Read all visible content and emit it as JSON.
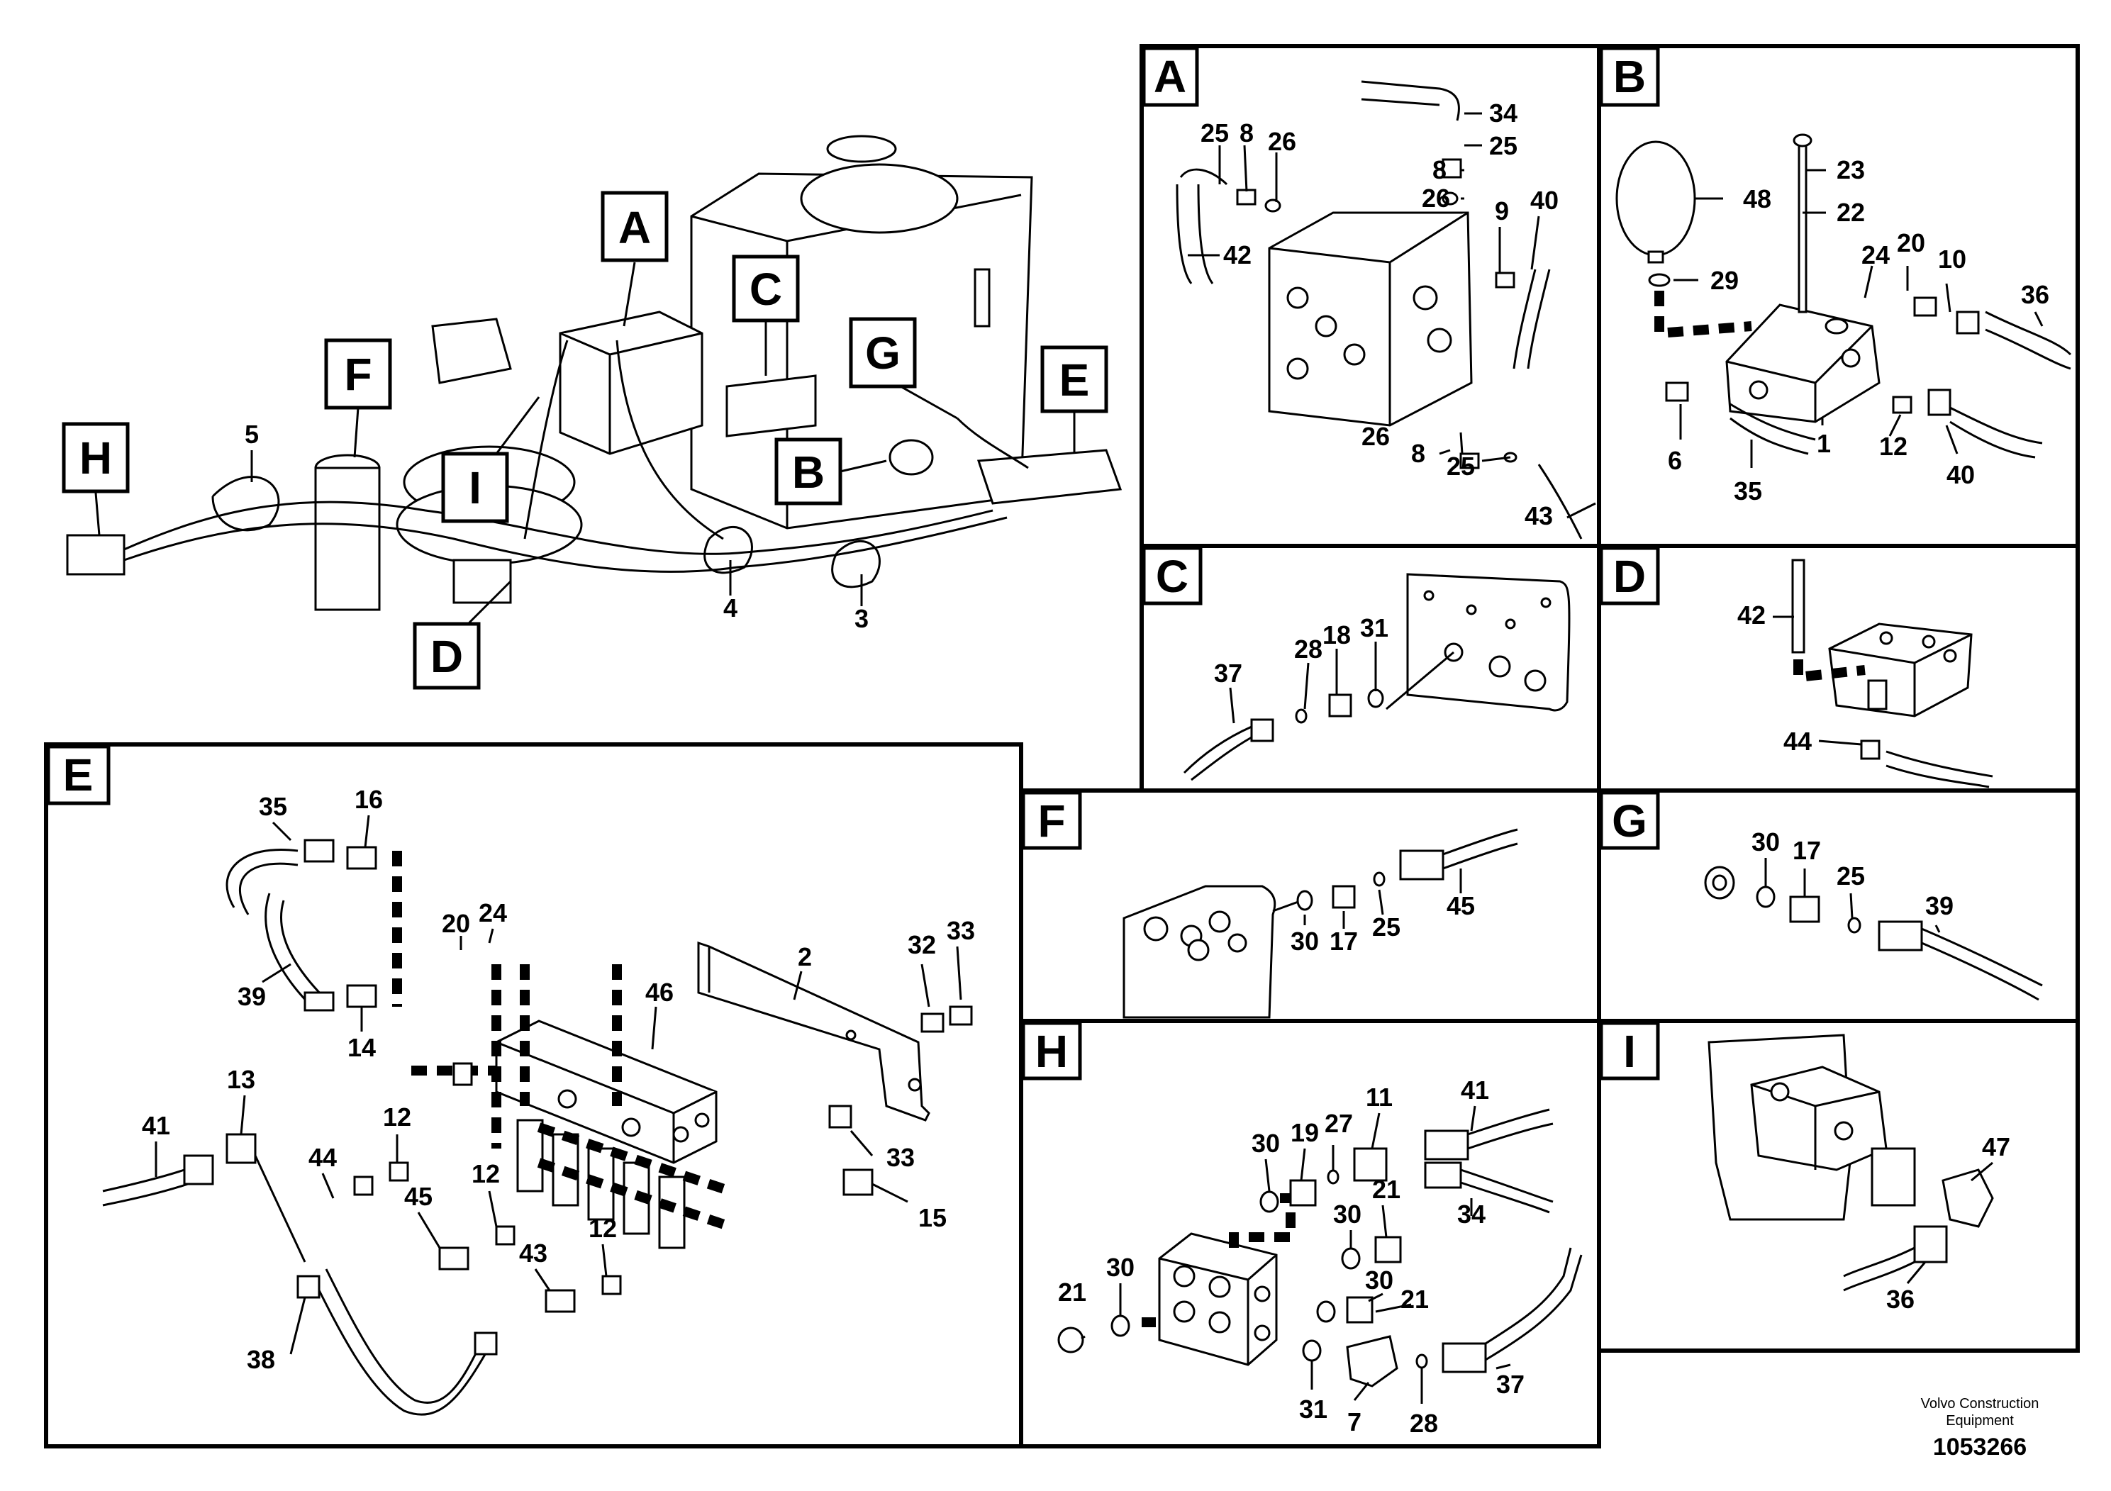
{
  "overview": {
    "callouts": [
      "A",
      "B",
      "C",
      "D",
      "E",
      "F",
      "G",
      "H",
      "I"
    ],
    "part_numbers": [
      "5",
      "4",
      "3"
    ]
  },
  "panels": {
    "A": {
      "title": "A",
      "labels": [
        "25",
        "8",
        "26",
        "34",
        "25",
        "8",
        "26",
        "9",
        "40",
        "42",
        "26",
        "8",
        "25",
        "43"
      ]
    },
    "B": {
      "title": "B",
      "labels": [
        "48",
        "23",
        "22",
        "24",
        "20",
        "10",
        "36",
        "29",
        "6",
        "35",
        "1",
        "12",
        "40"
      ]
    },
    "C": {
      "title": "C",
      "labels": [
        "37",
        "28",
        "18",
        "31"
      ]
    },
    "D": {
      "title": "D",
      "labels": [
        "42",
        "44"
      ]
    },
    "E": {
      "title": "E",
      "labels": [
        "35",
        "16",
        "20",
        "24",
        "39",
        "14",
        "2",
        "32",
        "33",
        "46",
        "41",
        "13",
        "44",
        "12",
        "45",
        "12",
        "43",
        "12",
        "33",
        "15",
        "38"
      ]
    },
    "F": {
      "title": "F",
      "labels": [
        "30",
        "17",
        "25",
        "45"
      ]
    },
    "G": {
      "title": "G",
      "labels": [
        "30",
        "17",
        "25",
        "39"
      ]
    },
    "H": {
      "title": "H",
      "labels": [
        "30",
        "19",
        "27",
        "11",
        "41",
        "30",
        "21",
        "21",
        "30",
        "30",
        "21",
        "34",
        "31",
        "7",
        "28",
        "37"
      ]
    },
    "I": {
      "title": "I",
      "labels": [
        "47",
        "36"
      ]
    }
  },
  "footer": {
    "brand_line1": "Volvo Construction",
    "brand_line2": "Equipment",
    "drawing_number": "1053266"
  },
  "colors": {
    "ink": "#000000",
    "paper": "#ffffff"
  }
}
